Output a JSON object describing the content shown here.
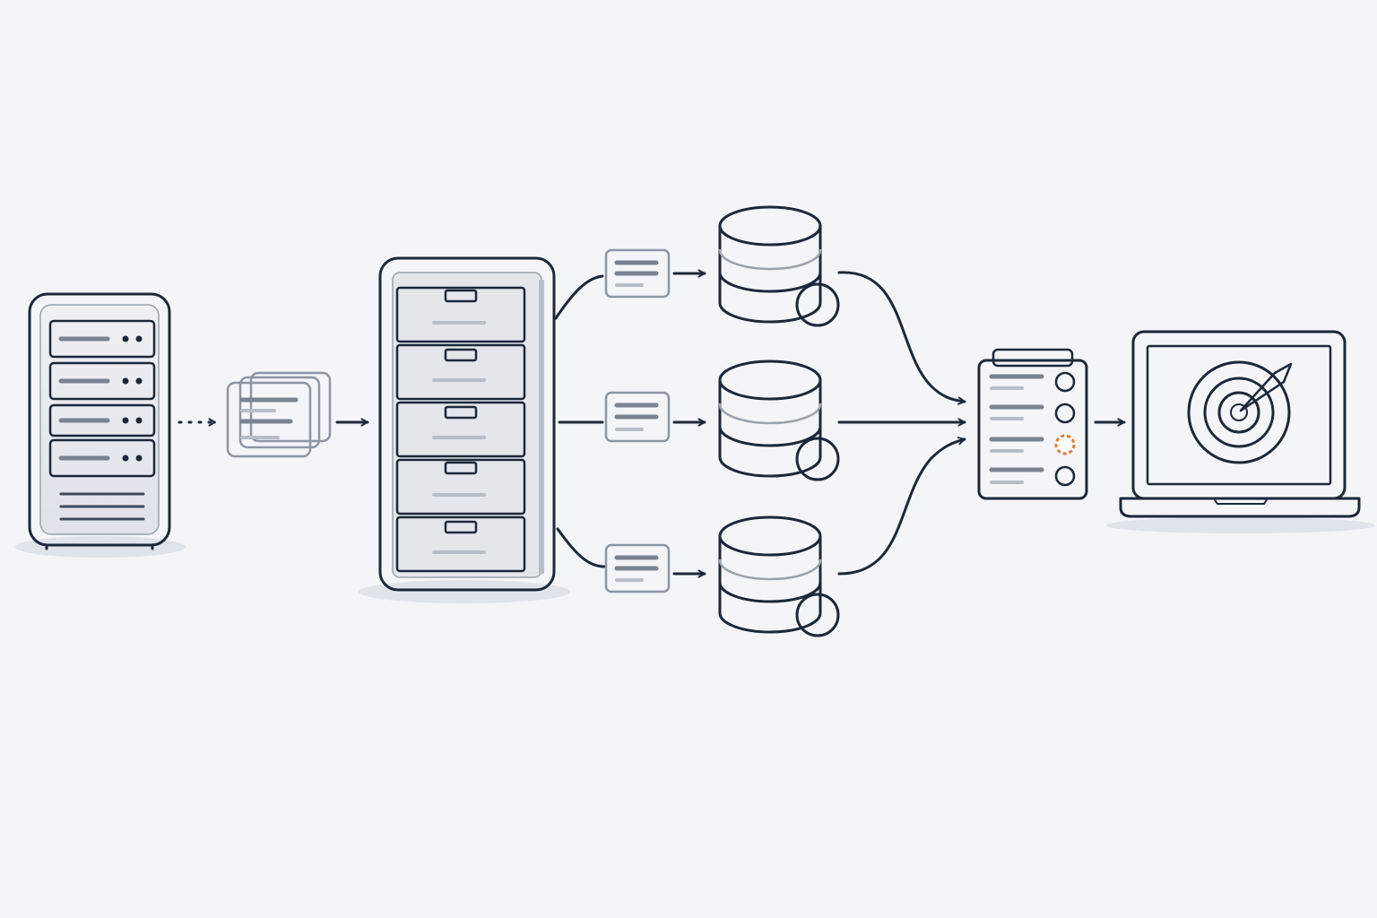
{
  "diagram": {
    "nodes": [
      {
        "id": "source-server",
        "type": "server-rack",
        "icon": "server-icon"
      },
      {
        "id": "record-batch",
        "type": "stacked-documents",
        "icon": "documents-icon"
      },
      {
        "id": "filing-cabinet",
        "type": "filing-cabinet",
        "icon": "cabinet-icon",
        "drawers": 5
      },
      {
        "id": "partition-top",
        "type": "database",
        "icon": "database-icon"
      },
      {
        "id": "partition-middle",
        "type": "database",
        "icon": "database-icon"
      },
      {
        "id": "partition-bottom",
        "type": "database",
        "icon": "database-icon"
      },
      {
        "id": "results-list",
        "type": "checklist",
        "icon": "checklist-icon",
        "items": 4,
        "highlighted_item": 3
      },
      {
        "id": "target-laptop",
        "type": "laptop",
        "icon": "target-icon"
      }
    ],
    "edges": [
      {
        "from": "source-server",
        "to": "record-batch",
        "style": "dotted"
      },
      {
        "from": "record-batch",
        "to": "filing-cabinet",
        "style": "solid"
      },
      {
        "from": "filing-cabinet",
        "to": "partition-top",
        "style": "solid",
        "label_icon": "document-icon"
      },
      {
        "from": "filing-cabinet",
        "to": "partition-middle",
        "style": "solid",
        "label_icon": "document-icon"
      },
      {
        "from": "filing-cabinet",
        "to": "partition-bottom",
        "style": "solid",
        "label_icon": "document-icon"
      },
      {
        "from": "partition-top",
        "to": "results-list",
        "style": "solid"
      },
      {
        "from": "partition-middle",
        "to": "results-list",
        "style": "solid"
      },
      {
        "from": "partition-bottom",
        "to": "results-list",
        "style": "solid"
      },
      {
        "from": "results-list",
        "to": "target-laptop",
        "style": "solid"
      }
    ]
  },
  "colors": {
    "background": "#f3f5f9",
    "outline": "#1c2838",
    "fill_light": "#e6e9ee",
    "fill_gray": "#8a929e",
    "accent_orange": "#e07a35"
  }
}
